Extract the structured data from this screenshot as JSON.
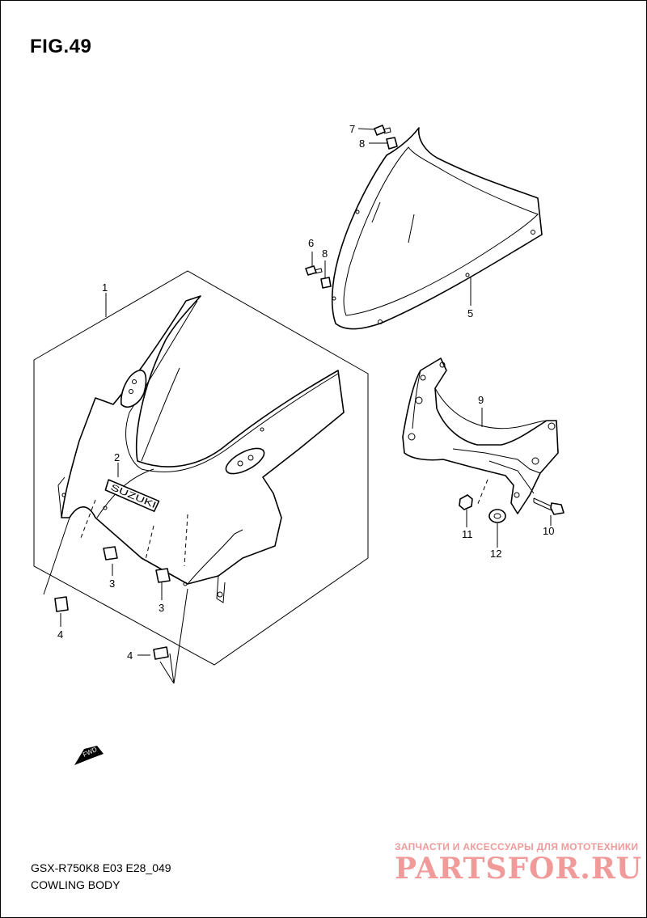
{
  "figure": {
    "title": "FIG.49",
    "model_code": "GSX-R750K8 E03 E28_049",
    "section_name": "COWLING BODY"
  },
  "emblem_text": "SUZUKI",
  "fwd_arrow_text": "FWD",
  "part_callouts": [
    "1",
    "2",
    "3",
    "3",
    "4",
    "4",
    "5",
    "6",
    "7",
    "8",
    "8",
    "9",
    "10",
    "11",
    "12"
  ],
  "watermark": {
    "tagline": "ЗАПЧАСТИ И АКСЕССУАРЫ ДЛЯ МОТОТЕХНИКИ",
    "logo": "PARTSFOR.RU"
  },
  "colors": {
    "line": "#000000",
    "background": "#ffffff",
    "watermark": "#ef9a9a"
  }
}
